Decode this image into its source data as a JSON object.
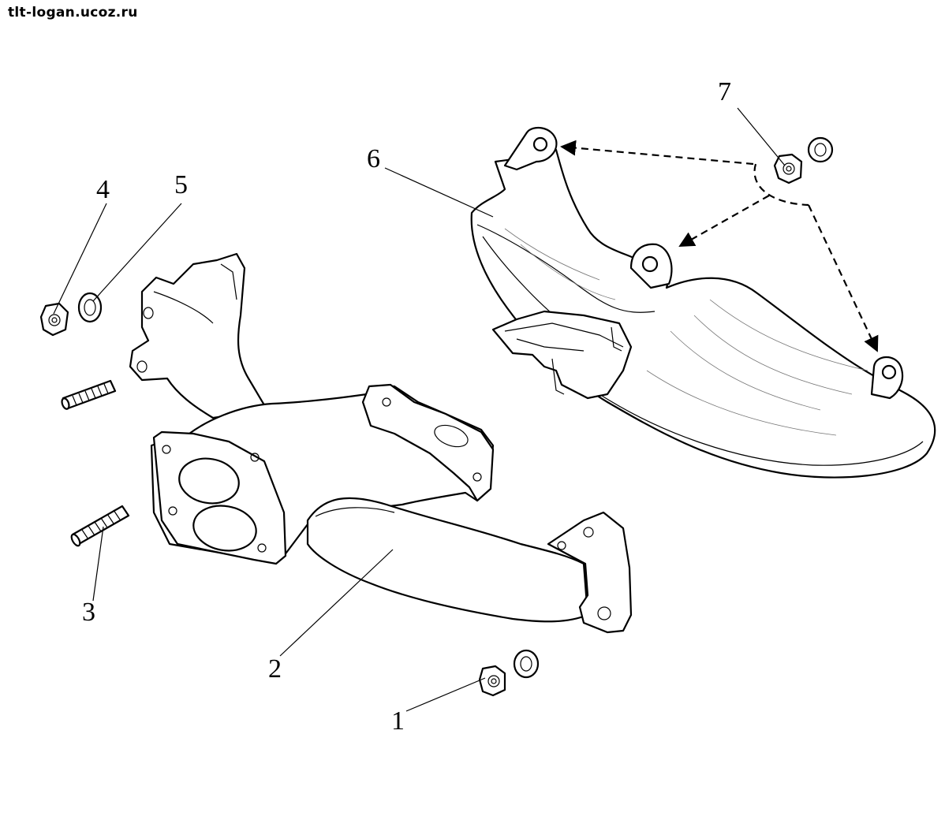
{
  "watermark": "tlt-logan.ucoz.ru",
  "callouts": {
    "c1": "1",
    "c2": "2",
    "c3": "3",
    "c4": "4",
    "c5": "5",
    "c6": "6",
    "c7": "7"
  }
}
